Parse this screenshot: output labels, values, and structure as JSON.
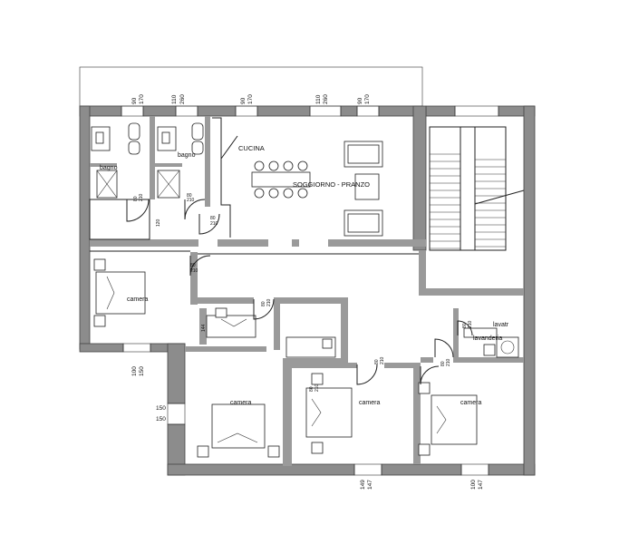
{
  "rooms": {
    "bagno_1": "bagno",
    "bagno_2": "bagno",
    "cucina": "CUCINA",
    "soggiorno": "SOGGIORNO - PRANZO",
    "camera_1": "camera",
    "camera_2": "camera",
    "camera_3": "camera",
    "camera_4": "camera",
    "lavatrice": "lavatr",
    "lavanderia": "lavanderia"
  },
  "dimensions": {
    "top_window_1": [
      "90",
      "170"
    ],
    "top_window_2": [
      "110",
      "260"
    ],
    "top_window_3": [
      "90",
      "170"
    ],
    "top_window_4": [
      "110",
      "260"
    ],
    "top_window_5": [
      "90",
      "170"
    ],
    "left_window_1": [
      "100",
      "150"
    ],
    "left_window_2": [
      "150",
      "150"
    ],
    "bottom_window_1": [
      "149",
      "147"
    ],
    "bottom_window_2": [
      "100",
      "147"
    ],
    "door_bagno_1": [
      "80",
      "210"
    ],
    "door_bagno_2": [
      "80",
      "210"
    ],
    "door_cucina": [
      "80",
      "210"
    ],
    "door_hall": [
      "80",
      "210"
    ],
    "door_camera_1": [
      "80",
      "210"
    ],
    "door_camera_2": [
      "80",
      "210"
    ],
    "door_camera_3": [
      "80",
      "210"
    ],
    "door_camera_4": [
      "80",
      "210"
    ],
    "door_lav": [
      "80",
      "210"
    ],
    "small_144": "144",
    "small_120": "120"
  },
  "colors": {
    "wall": "#8c8c8c",
    "line": "#222222"
  }
}
